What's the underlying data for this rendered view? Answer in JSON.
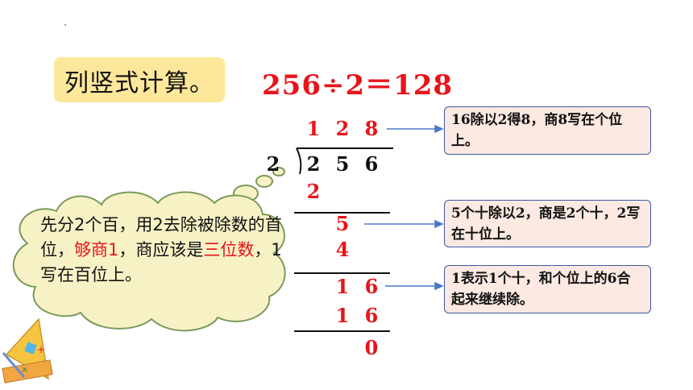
{
  "title": "列竖式计算。",
  "equation": "256÷2＝128",
  "division": {
    "quotient": [
      "1",
      "2",
      "8"
    ],
    "divisor": "2",
    "dividend": [
      "2",
      "5",
      "6"
    ],
    "step1_product": "2",
    "step2_remainder": "5",
    "step2_product": "4",
    "step3_remainder": [
      "1",
      "6"
    ],
    "step3_product": [
      "1",
      "6"
    ],
    "final_remainder": "0"
  },
  "notes": {
    "note1": "16除以2得8，商8写在个位上。",
    "note2": "5个十除以2，商是2个十，2写在十位上。",
    "note3": "1表示1个十，和个位上的6合起来继续除。"
  },
  "cloud": {
    "part1": "先分2个百，用2去除被除数的首位，",
    "highlight1": "够商1",
    "part2": "，商应该是",
    "highlight2": "三位数",
    "part3": "，1写在百位上。"
  },
  "colors": {
    "accent_red": "#e8141b",
    "title_bg": "#fde79a",
    "note_bg": "#fbe9e2",
    "note_border": "#3b5aa8",
    "cloud_bg": "#f7f2c6",
    "cloud_border": "#7a9a5a"
  },
  "icons": [
    "math-tools-icon"
  ]
}
